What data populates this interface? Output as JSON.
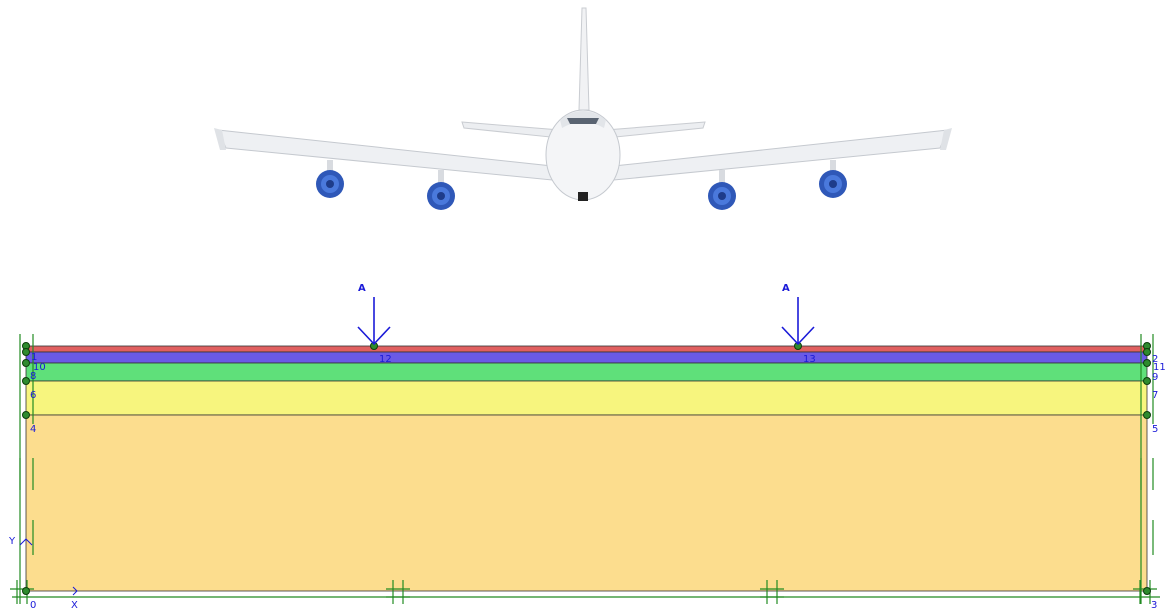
{
  "colors": {
    "layer_surface": "#e06060",
    "layer_base": "#6a5ae6",
    "layer_subbase": "#5fe07a",
    "layer_subgrade": "#f7f57e",
    "layer_soil": "#fcdd8e",
    "boundary": "#228b22",
    "annotation": "#1a1ad8",
    "node": "#2e8b2e"
  },
  "loads": [
    {
      "label": "A",
      "node": "12"
    },
    {
      "label": "A",
      "node": "13"
    }
  ],
  "nodes": {
    "left": [
      "1",
      "10",
      "8",
      "6",
      "4",
      "0"
    ],
    "right": [
      "2",
      "11",
      "9",
      "7",
      "5",
      "3"
    ],
    "top": [
      "12",
      "13"
    ]
  },
  "axes": {
    "x": "X",
    "y": "Y"
  },
  "aircraft": {
    "icon": "airplane-front-view-icon"
  }
}
